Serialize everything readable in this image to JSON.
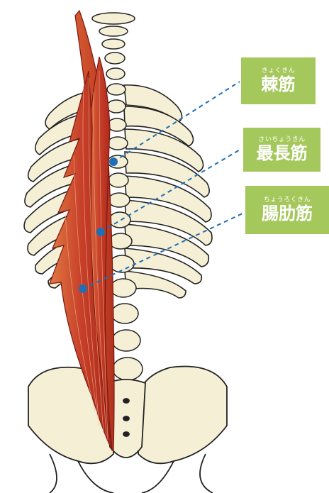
{
  "labels": [
    {
      "id": "kyoku",
      "ruby": "きょくきん",
      "name": "棘筋"
    },
    {
      "id": "saicho",
      "ruby": "さいちょうきん",
      "name": "最長筋"
    },
    {
      "id": "chorokin",
      "ruby": "ちょうろくきん",
      "name": "腸肋筋"
    }
  ],
  "colors": {
    "label_bg": "#a4c85c",
    "label_text": "#ffffff",
    "leader_line": "#1f6fb5",
    "bone_fill": "#f5efd6",
    "bone_stroke": "#222222",
    "muscle_dark": "#b52a1c",
    "muscle_light": "#e06a3a"
  }
}
